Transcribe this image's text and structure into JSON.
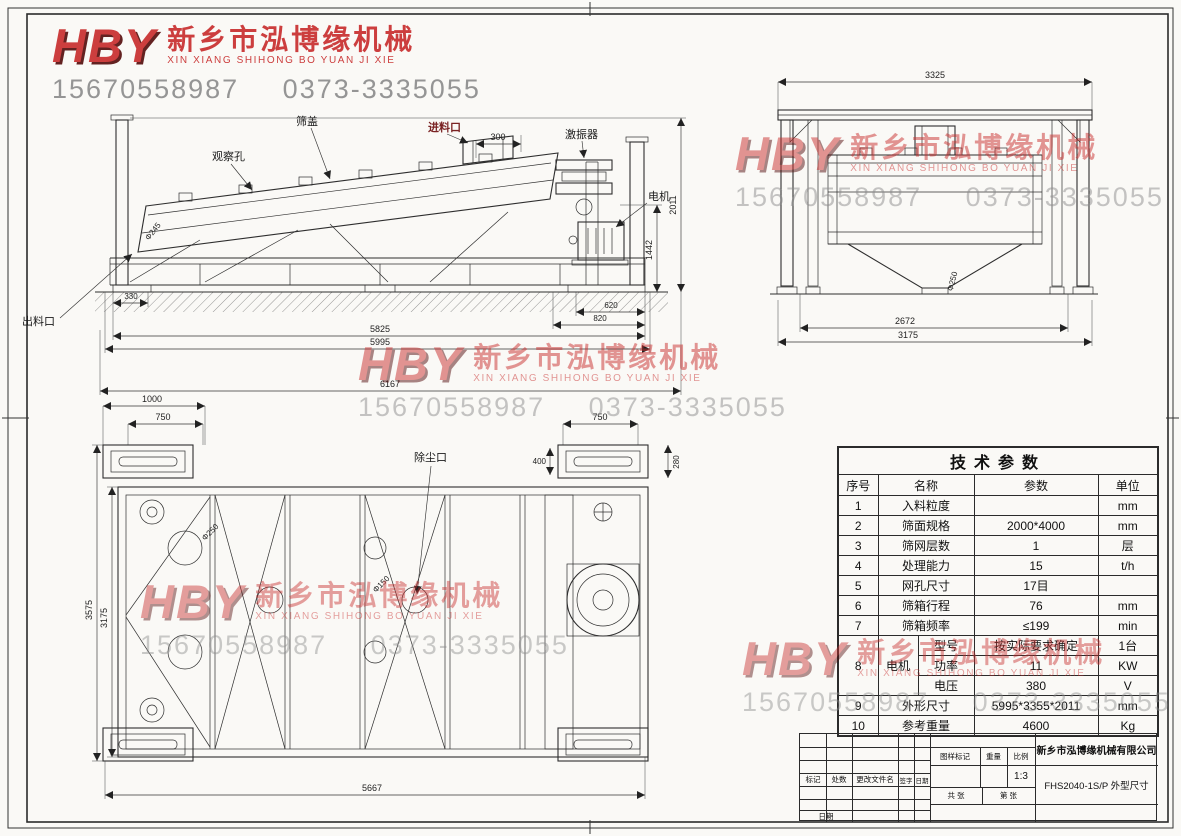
{
  "watermark": {
    "logo": "HBY",
    "company_cn": "新乡市泓博缘机械",
    "company_en": "XIN XIANG SHIHONG BO YUAN JI XIE",
    "phones": "15670558987 0373-3335055"
  },
  "side_view": {
    "labels": {
      "observation_port": "观察孔",
      "screen_cover": "筛盖",
      "feed_inlet": "进料口",
      "exciter": "激振器",
      "motor": "电机",
      "discharge_port": "出料口"
    },
    "dims": {
      "inlet_width": "300",
      "height_motor": "1442",
      "height_total": "2011",
      "base_left": "330",
      "base_right_1": "620",
      "base_right_2": "820",
      "length_1": "5825",
      "length_2": "5995",
      "length_3": "6167",
      "body_dim": "Φ245"
    }
  },
  "end_view": {
    "dims": {
      "width_top": "3325",
      "outlet_dia": "Φ250",
      "width_inner": "2672",
      "width_total": "3175"
    }
  },
  "top_view": {
    "labels": {
      "dust_port": "除尘口"
    },
    "dims": {
      "pad_left_outer": "1000",
      "pad_left_inner": "750",
      "pad_right": "750",
      "pad_gap": "400",
      "pad_height": "280",
      "width_outer": "3575",
      "width_inner": "3175",
      "length": "5667",
      "hole_large": "Φ250",
      "hole_small": "Φ150"
    }
  },
  "tech_table": {
    "title": "技术参数",
    "headers": [
      "序号",
      "名称",
      "参数",
      "单位"
    ],
    "rows": [
      {
        "no": "1",
        "name": "入料粒度",
        "value": "",
        "unit": "mm"
      },
      {
        "no": "2",
        "name": "筛面规格",
        "value": "2000*4000",
        "unit": "mm"
      },
      {
        "no": "3",
        "name": "筛网层数",
        "value": "1",
        "unit": "层"
      },
      {
        "no": "4",
        "name": "处理能力",
        "value": "15",
        "unit": "t/h"
      },
      {
        "no": "5",
        "name": "网孔尺寸",
        "value": "17目",
        "unit": ""
      },
      {
        "no": "6",
        "name": "筛箱行程",
        "value": "76",
        "unit": "mm"
      },
      {
        "no": "7",
        "name": "筛箱频率",
        "value": "≤199",
        "unit": "min"
      },
      {
        "no": "8",
        "name": "电机",
        "sub": "型号",
        "value": "按实际要求确定",
        "unit": "1台"
      },
      {
        "sub": "功率",
        "value": "11",
        "unit": "KW"
      },
      {
        "sub": "电压",
        "value": "380",
        "unit": "V"
      },
      {
        "no": "9",
        "name": "外形尺寸",
        "value": "5995*3355*2011",
        "unit": "mm"
      },
      {
        "no": "10",
        "name": "参考重量",
        "value": "4600",
        "unit": "Kg"
      }
    ]
  },
  "title_block": {
    "company": "新乡市泓博缘机械有限公司",
    "drawing_name": "FHS2040-1S/P  外型尺寸",
    "rev_headers": [
      "标记",
      "处数",
      "更改文件名",
      "签字",
      "日期"
    ],
    "mark_headers": [
      "图样标记",
      "重量",
      "比例"
    ],
    "scale": "1:3",
    "sheet": "共 张",
    "page": "第 张",
    "date_label": "日期"
  }
}
